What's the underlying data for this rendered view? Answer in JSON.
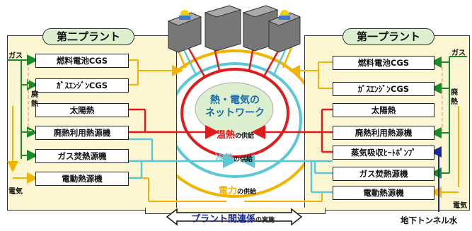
{
  "left_plant": {
    "title": "第二プラント",
    "equipment": [
      "燃料電池CGS",
      "ｶﾞｽｴﾝｼﾞﾝCGS",
      "太陽熱",
      "廃熱利用熱源機",
      "ガス焚熱源機",
      "電動熱源機"
    ]
  },
  "right_plant": {
    "title": "第一プラント",
    "equipment": [
      "燃料電池CGS",
      "ｶﾞｽｴﾝｼﾞﾝCGS",
      "太陽熱",
      "廃熱利用熱源機",
      "蒸気吸収ﾋｰﾄﾎﾟﾝﾌﾟ",
      "ガス焚熱源機",
      "電動熱源機"
    ]
  },
  "labels": {
    "gas_left": "ガス",
    "gas_right": "ガス",
    "waste_heat_left": "廃\n熱",
    "waste_heat_right": "廃\n熱",
    "electricity_left": "電気",
    "electricity_right": "電気",
    "underground_water": "地下トンネル水"
  },
  "network": {
    "title_line1": "熱・電気の",
    "title_line2": "ネットワーク",
    "hot_water_main": "温熱",
    "hot_water_suffix": "の供給",
    "cold_water_main": "冷熱",
    "cold_water_suffix": "の供給",
    "power_main": "電力",
    "power_suffix": "の供給"
  },
  "bottom": {
    "main": "プラント間連係",
    "suffix": "の実施"
  },
  "colors": {
    "gas": "#1a8a2a",
    "electricity": "#f2b400",
    "hot": "#e01b1b",
    "cold": "#5bc8d8",
    "waste_heat": "#f0c090",
    "tunnel_water": "#1a2a9a",
    "plant_bg": "#fdf6d3",
    "title_bg": "#dcefcf",
    "network_fill": "#dcefcf",
    "network_text": "#1a6aa8"
  }
}
